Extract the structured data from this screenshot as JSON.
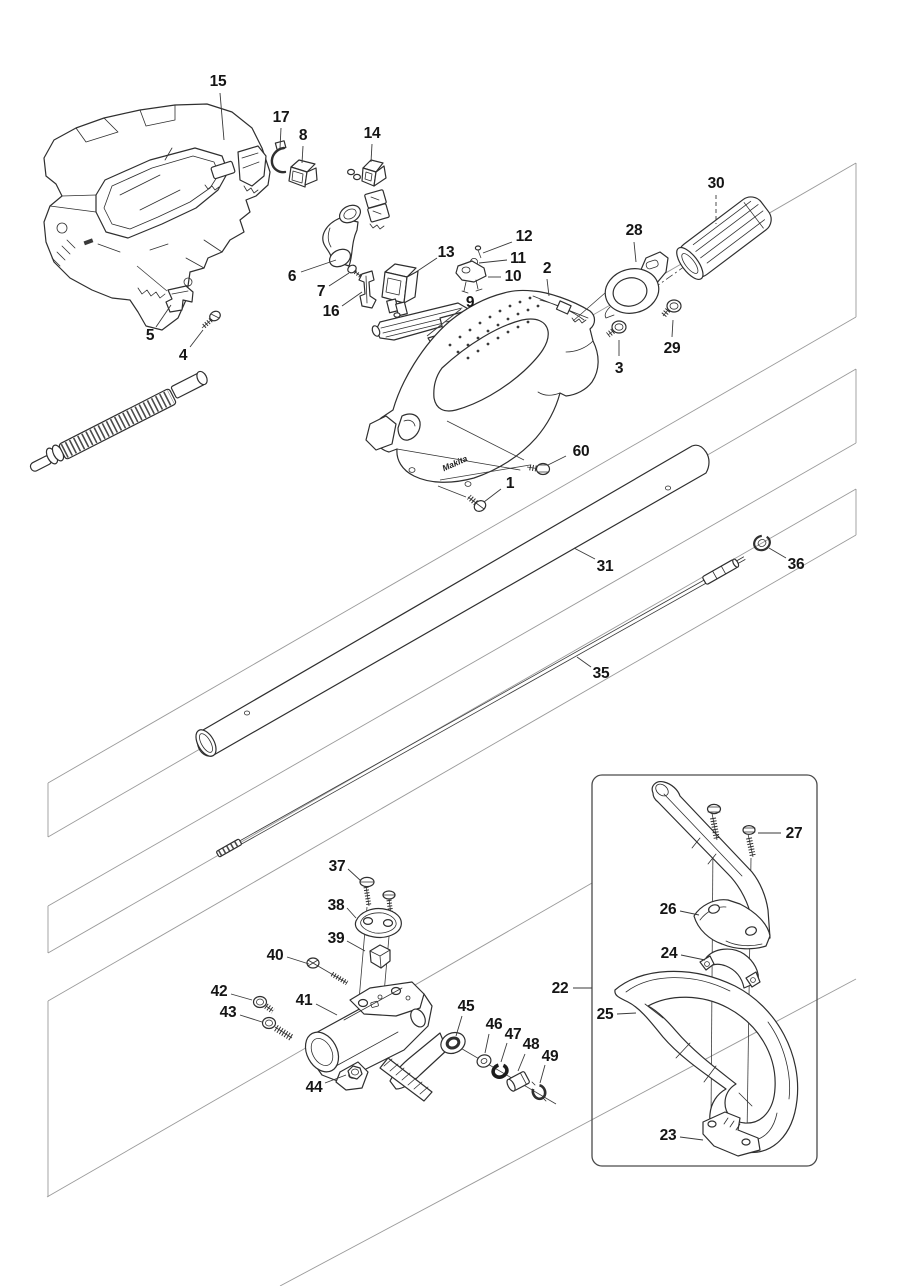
{
  "figure": {
    "kind": "exploded-parts-diagram",
    "style": "technical line art, white background",
    "brand_logo_text": "Makita",
    "sections": [
      "power-head housing",
      "drive shaft tube",
      "inner drive rod",
      "flexible shaft",
      "gear clamp assembly",
      "loop handle assembly (boxed)"
    ]
  },
  "colors": {
    "background": "#ffffff",
    "part_line": "#2f2f2f",
    "divider_line": "#9a9a9a",
    "label_text": "#151515"
  },
  "labels": [
    {
      "t": "15"
    },
    {
      "t": "17"
    },
    {
      "t": "8"
    },
    {
      "t": "14"
    },
    {
      "t": "6"
    },
    {
      "t": "7"
    },
    {
      "t": "16"
    },
    {
      "t": "13"
    },
    {
      "t": "12"
    },
    {
      "t": "11"
    },
    {
      "t": "10"
    },
    {
      "t": "2"
    },
    {
      "t": "9"
    },
    {
      "t": "28"
    },
    {
      "t": "30"
    },
    {
      "t": "29"
    },
    {
      "t": "3"
    },
    {
      "t": "60"
    },
    {
      "t": "1"
    },
    {
      "t": "31"
    },
    {
      "t": "36"
    },
    {
      "t": "35"
    },
    {
      "t": "37"
    },
    {
      "t": "38"
    },
    {
      "t": "39"
    },
    {
      "t": "40"
    },
    {
      "t": "42"
    },
    {
      "t": "43"
    },
    {
      "t": "41"
    },
    {
      "t": "44"
    },
    {
      "t": "45"
    },
    {
      "t": "46"
    },
    {
      "t": "47"
    },
    {
      "t": "48"
    },
    {
      "t": "49"
    },
    {
      "t": "22"
    },
    {
      "t": "27"
    },
    {
      "t": "26"
    },
    {
      "t": "24"
    },
    {
      "t": "25"
    },
    {
      "t": "23"
    },
    {
      "t": "5"
    },
    {
      "t": "4"
    }
  ]
}
